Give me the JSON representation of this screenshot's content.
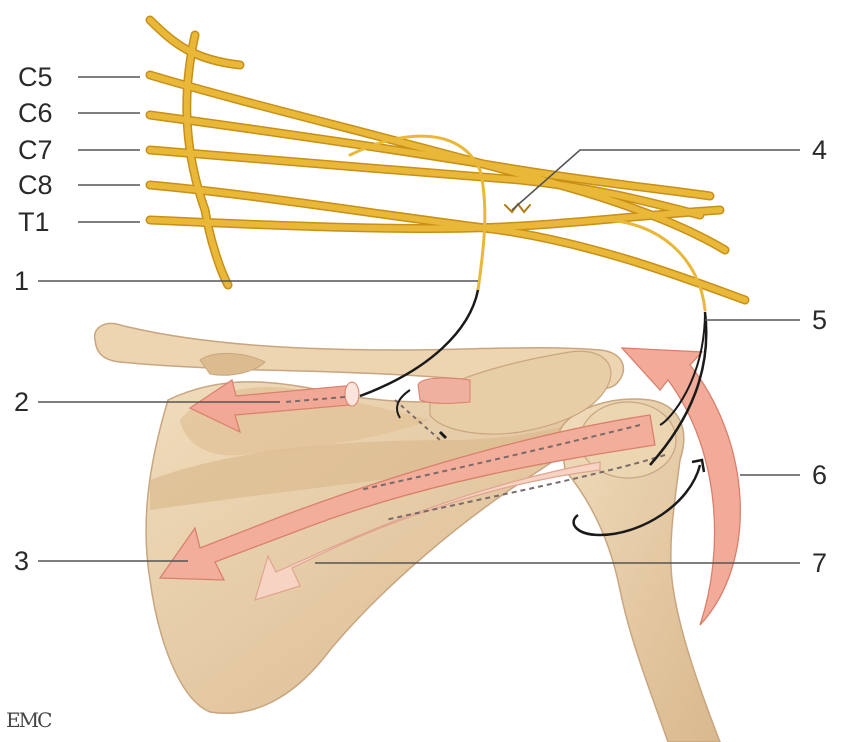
{
  "colors": {
    "nerve": "#e9b838",
    "nerve_outline": "#c98f16",
    "bone": "#ead0a8",
    "bone_shadow": "#c9a57a",
    "muscle_arrow": "#f2a896",
    "muscle_arrow_light": "#f6c8b3",
    "leader_line": "#555555",
    "nerve_path": "#1a1a1a"
  },
  "labels": {
    "c5": "C5",
    "c6": "C6",
    "c7": "C7",
    "c8": "C8",
    "t1": "T1",
    "n1": "1",
    "n2": "2",
    "n3": "3",
    "n4": "4",
    "n5": "5",
    "n6": "6",
    "n7": "7"
  },
  "logo": {
    "text": "EMC"
  }
}
